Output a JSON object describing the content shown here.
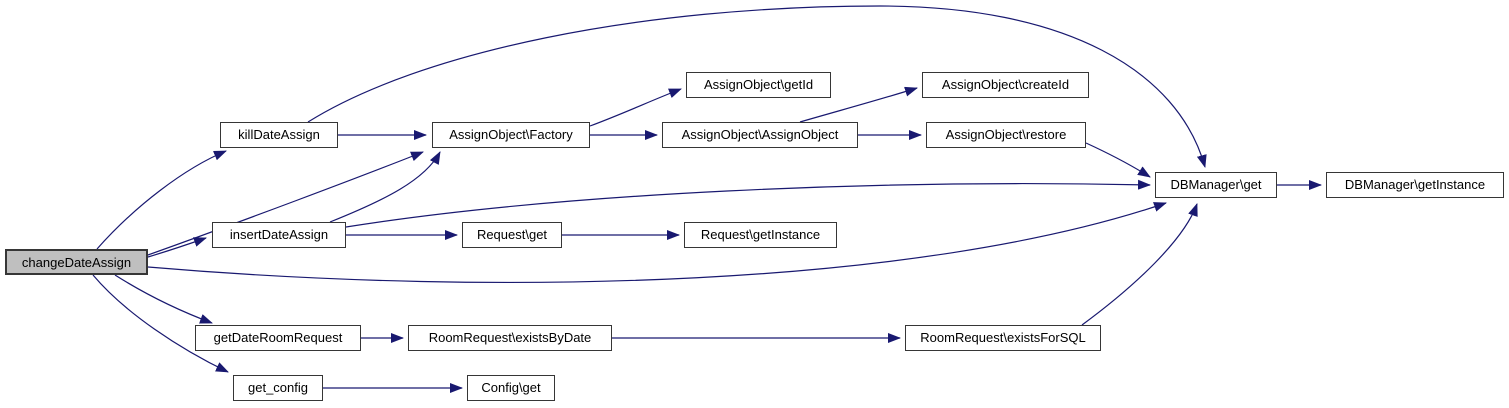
{
  "diagram": {
    "type": "call-graph",
    "root": "changeDateAssign",
    "colors": {
      "edge": "#191970",
      "node_border": "#363636",
      "node_fill": "#ffffff",
      "highlight_fill": "#bfbfbf",
      "text": "#000000"
    },
    "nodes": [
      {
        "id": "changeDateAssign",
        "label": "changeDateAssign",
        "highlighted": true
      },
      {
        "id": "killDateAssign",
        "label": "killDateAssign",
        "highlighted": false
      },
      {
        "id": "insertDateAssign",
        "label": "insertDateAssign",
        "highlighted": false
      },
      {
        "id": "getDateRoomRequest",
        "label": "getDateRoomRequest",
        "highlighted": false
      },
      {
        "id": "get_config",
        "label": "get_config",
        "highlighted": false
      },
      {
        "id": "AssignObject-Factory",
        "label": "AssignObject\\Factory",
        "highlighted": false
      },
      {
        "id": "Request-get",
        "label": "Request\\get",
        "highlighted": false
      },
      {
        "id": "Config-get",
        "label": "Config\\get",
        "highlighted": false
      },
      {
        "id": "AssignObject-getId",
        "label": "AssignObject\\getId",
        "highlighted": false
      },
      {
        "id": "AssignObject-AssignObject",
        "label": "AssignObject\\AssignObject",
        "highlighted": false
      },
      {
        "id": "Request-getInstance",
        "label": "Request\\getInstance",
        "highlighted": false
      },
      {
        "id": "AssignObject-createId",
        "label": "AssignObject\\createId",
        "highlighted": false
      },
      {
        "id": "AssignObject-restore",
        "label": "AssignObject\\restore",
        "highlighted": false
      },
      {
        "id": "RoomRequest-existsByDate",
        "label": "RoomRequest\\existsByDate",
        "highlighted": false
      },
      {
        "id": "RoomRequest-existsForSQL",
        "label": "RoomRequest\\existsForSQL",
        "highlighted": false
      },
      {
        "id": "DBManager-get",
        "label": "DBManager\\get",
        "highlighted": false
      },
      {
        "id": "DBManager-getInstance",
        "label": "DBManager\\getInstance",
        "highlighted": false
      }
    ],
    "edges": [
      {
        "from": "changeDateAssign",
        "to": "killDateAssign"
      },
      {
        "from": "changeDateAssign",
        "to": "insertDateAssign"
      },
      {
        "from": "changeDateAssign",
        "to": "AssignObject\\Factory"
      },
      {
        "from": "changeDateAssign",
        "to": "DBManager\\get"
      },
      {
        "from": "changeDateAssign",
        "to": "getDateRoomRequest"
      },
      {
        "from": "changeDateAssign",
        "to": "get_config"
      },
      {
        "from": "killDateAssign",
        "to": "AssignObject\\Factory"
      },
      {
        "from": "killDateAssign",
        "to": "DBManager\\get"
      },
      {
        "from": "insertDateAssign",
        "to": "AssignObject\\Factory"
      },
      {
        "from": "insertDateAssign",
        "to": "Request\\get"
      },
      {
        "from": "insertDateAssign",
        "to": "DBManager\\get"
      },
      {
        "from": "AssignObject\\Factory",
        "to": "AssignObject\\getId"
      },
      {
        "from": "AssignObject\\Factory",
        "to": "AssignObject\\AssignObject"
      },
      {
        "from": "AssignObject\\AssignObject",
        "to": "AssignObject\\createId"
      },
      {
        "from": "AssignObject\\AssignObject",
        "to": "AssignObject\\restore"
      },
      {
        "from": "AssignObject\\restore",
        "to": "DBManager\\get"
      },
      {
        "from": "Request\\get",
        "to": "Request\\getInstance"
      },
      {
        "from": "getDateRoomRequest",
        "to": "RoomRequest\\existsByDate"
      },
      {
        "from": "RoomRequest\\existsByDate",
        "to": "RoomRequest\\existsForSQL"
      },
      {
        "from": "RoomRequest\\existsForSQL",
        "to": "DBManager\\get"
      },
      {
        "from": "DBManager\\get",
        "to": "DBManager\\getInstance"
      },
      {
        "from": "get_config",
        "to": "Config\\get"
      }
    ]
  }
}
